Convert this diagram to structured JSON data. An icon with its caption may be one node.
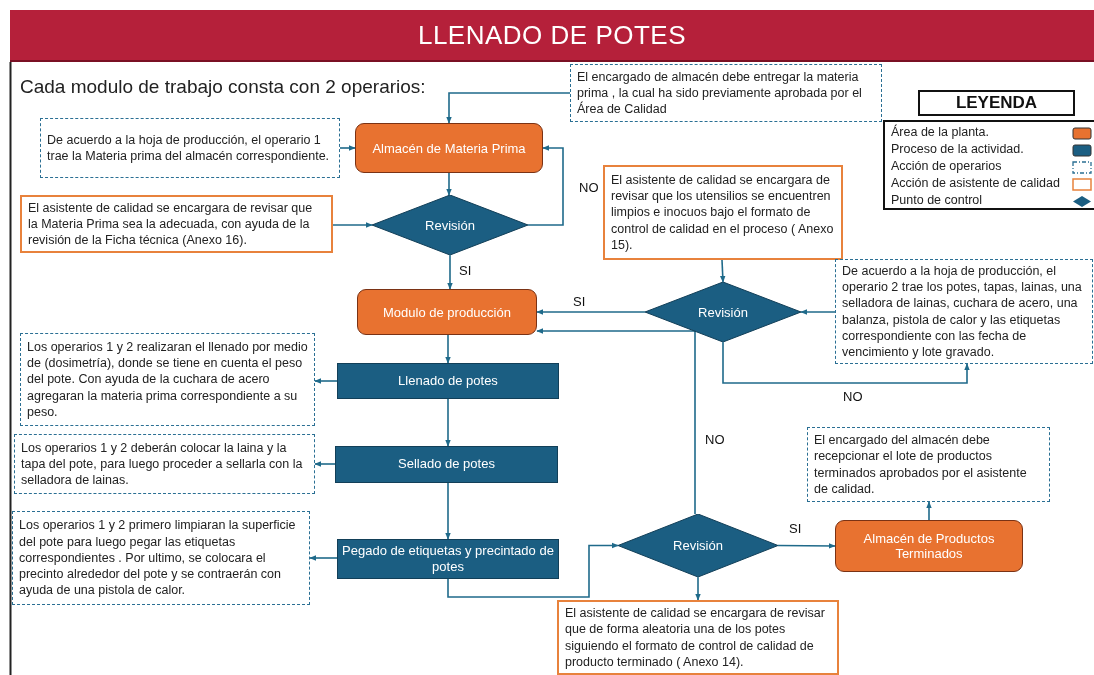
{
  "diagram": {
    "title": "LLENADO DE POTES",
    "nodes": [
      {
        "text": [
          "El encargado de almacén debe entregar la materia prima , la cual ha sido previamente aprobada por el Área de Calidad"
        ]
      },
      {
        "text": [
          "De acuerdo a la hoja de producción, el operario 1 trae la Materia prima del almacén correspondiente."
        ]
      },
      {
        "text": [
          "Almacén de Materia Prima"
        ]
      },
      {
        "text": [
          "Revisión"
        ]
      },
      {
        "text": [
          "El asistente de calidad se encargara de revisar que la Materia Prima  sea la adecuada, con ayuda de la revisión de la Ficha técnica (Anexo 16)."
        ]
      },
      {
        "text": [
          "El asistente de calidad se encargara de revisar que los utensilios se encuentren limpios e inocuos bajo el formato de control de calidad en el proceso ( Anexo 15)."
        ]
      },
      {
        "text": [
          "Modulo de producción"
        ]
      },
      {
        "text": [
          "Revisión"
        ]
      },
      {
        "text": [
          "De acuerdo a la hoja de producción, el operario 2 trae los potes, tapas, lainas, una selladora de lainas, cuchara de acero, una balanza, pistola de calor y las etiquetas correspondiente con las fecha de vencimiento y lote gravado."
        ]
      },
      {
        "text": [
          "Llenado de potes"
        ]
      },
      {
        "text": [
          "Los operarios 1 y 2 realizaran el llenado por medio de (dosimetría), donde se tiene en cuenta el peso del pote. Con ayuda de la cuchara de acero agregaran la materia prima correspondiente a su peso."
        ]
      },
      {
        "text": [
          "Sellado de potes"
        ]
      },
      {
        "text": [
          "Los operarios 1 y 2 deberán colocar la laina y  la tapa del pote, para luego proceder a sellarla con la selladora de lainas."
        ]
      },
      {
        "text": [
          "Pegado de etiquetas y precintado de potes"
        ]
      },
      {
        "text": [
          "Los operarios 1 y 2 primero limpiaran la superficie del pote para luego pegar las etiquetas correspondientes . Por ultimo, se colocara el precinto alrededor del pote y se contraerán con ayuda de una pistola de calor."
        ]
      },
      {
        "text": [
          "Revisión"
        ]
      },
      {
        "text": [
          "Almacén de Productos Terminados"
        ]
      },
      {
        "text": [
          "El encargado del almacén debe recepcionar el lote de productos terminados aprobados por el asistente de calidad."
        ]
      },
      {
        "text": [
          "El asistente de calidad se encargara de revisar que de forma aleatoria una de los potes siguiendo el formato de control de calidad de producto terminado ( Anexo 14)."
        ]
      }
    ],
    "edges": [
      {
        "from": 0,
        "to": 2,
        "arrow": "to"
      },
      {
        "from": 1,
        "to": 2,
        "arrow": "to"
      },
      {
        "from": 2,
        "to": 3,
        "arrow": "to"
      },
      {
        "from": 4,
        "to": 3,
        "arrow": "to"
      },
      {
        "from": 3,
        "to": 2,
        "arrow": "to",
        "label": "NO"
      },
      {
        "from": 3,
        "to": 6,
        "arrow": "to",
        "label": "SI"
      },
      {
        "from": 5,
        "to": 7,
        "arrow": "to"
      },
      {
        "from": 8,
        "to": 7,
        "arrow": "to"
      },
      {
        "from": 7,
        "to": 6,
        "arrow": "to",
        "label": "SI"
      },
      {
        "from": 7,
        "to": 8,
        "arrow": "to",
        "label": "NO"
      },
      {
        "from": 6,
        "to": 9,
        "arrow": "to"
      },
      {
        "from": 9,
        "to": 10,
        "arrow": "to"
      },
      {
        "from": 9,
        "to": 11,
        "arrow": "to"
      },
      {
        "from": 11,
        "to": 12,
        "arrow": "to"
      },
      {
        "from": 11,
        "to": 13,
        "arrow": "to"
      },
      {
        "from": 13,
        "to": 14,
        "arrow": "to"
      },
      {
        "from": 13,
        "to": 15,
        "arrow": "to"
      },
      {
        "from": 15,
        "to": 6,
        "arrow": "to",
        "label": "NO"
      },
      {
        "from": 15,
        "to": 16,
        "arrow": "to",
        "label": "SI"
      },
      {
        "from": 15,
        "to": 18,
        "arrow": "to"
      },
      {
        "from": 16,
        "to": 17,
        "arrow": "to"
      }
    ],
    "labels": [
      "Cada modulo de trabajo consta con 2 operarios:",
      "LEYENDA"
    ],
    "legend": [
      {
        "text": "Área de la planta.",
        "color": "#e87230"
      },
      {
        "text": "Proceso de la actividad.",
        "color": "#1b5e82"
      },
      {
        "text": "Acción de operarios"
      },
      {
        "text": "Acción de asistente de calidad"
      },
      {
        "text": "Punto de  control"
      }
    ]
  }
}
